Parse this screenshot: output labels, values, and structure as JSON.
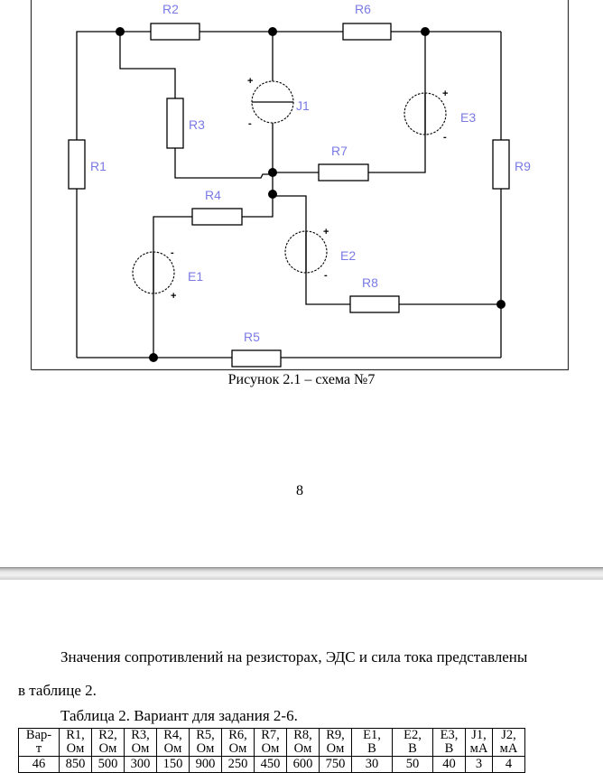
{
  "figure": {
    "caption": "Рисунок 2.1 – схема №7",
    "components": {
      "R1": "R1",
      "R2": "R2",
      "R3": "R3",
      "R4": "R4",
      "R5": "R5",
      "R6": "R6",
      "R7": "R7",
      "R8": "R8",
      "R9": "R9",
      "E1": "E1",
      "E2": "E2",
      "E3": "E3",
      "J1": "J1"
    },
    "polarity": {
      "plus": "+",
      "minus": "-"
    },
    "colors": {
      "label": "#7a7ae6",
      "wire": "#000000"
    }
  },
  "page_number": "8",
  "text": {
    "paragraph_line1": "Значения сопротивлений на резисторах, ЭДС и сила тока представлены",
    "paragraph_line2": "в таблице 2.",
    "table_title": "Таблица 2. Вариант для задания 2-6."
  },
  "table": {
    "headers": [
      [
        "Вар-",
        "т"
      ],
      [
        "R1,",
        "Ом"
      ],
      [
        "R2,",
        "Ом"
      ],
      [
        "R3,",
        "Ом"
      ],
      [
        "R4,",
        "Ом"
      ],
      [
        "R5,",
        "Ом"
      ],
      [
        "R6,",
        "Ом"
      ],
      [
        "R7,",
        "Ом"
      ],
      [
        "R8,",
        "Ом"
      ],
      [
        "R9,",
        "Ом"
      ],
      [
        "E1,",
        "В"
      ],
      [
        "E2,",
        "В"
      ],
      [
        "E3,",
        "В"
      ],
      [
        "J1,",
        "мА"
      ],
      [
        "J2,",
        "мА"
      ]
    ],
    "rows": [
      [
        "46",
        "850",
        "500",
        "300",
        "150",
        "900",
        "250",
        "450",
        "600",
        "750",
        "30",
        "50",
        "40",
        "3",
        "4"
      ]
    ]
  }
}
